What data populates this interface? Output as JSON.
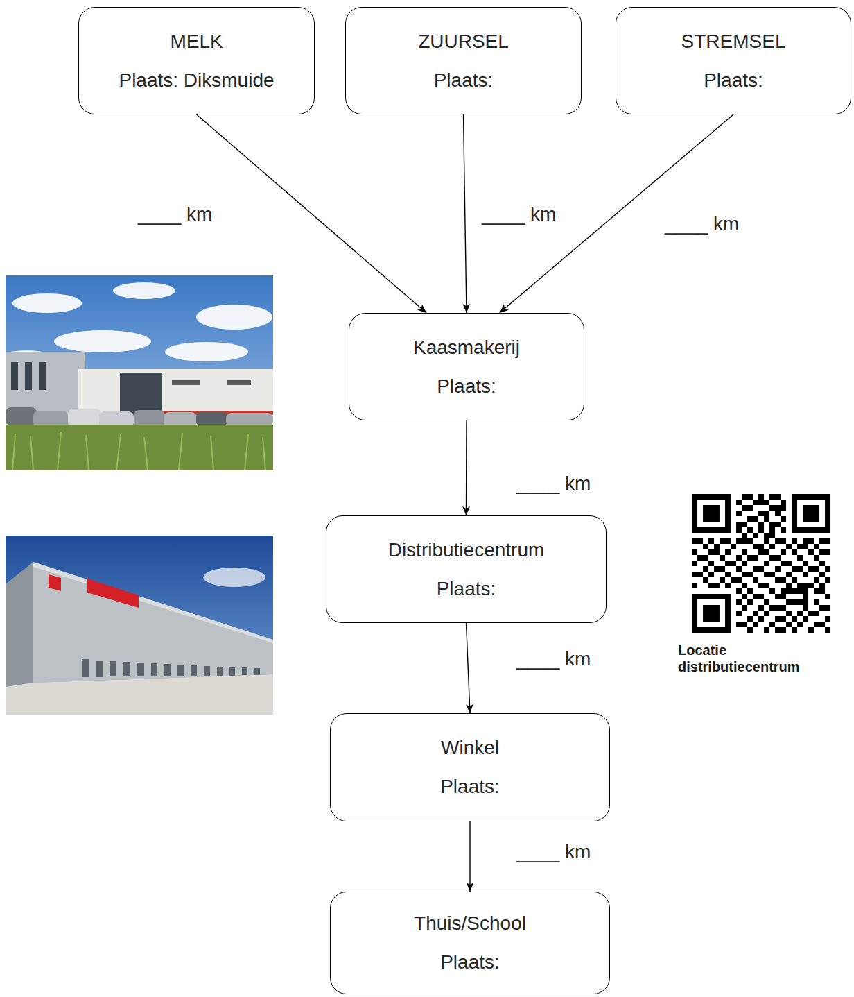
{
  "diagram": {
    "nodes": [
      {
        "text": [
          "MELK",
          "Plaats: Diksmuide"
        ]
      },
      {
        "text": [
          "ZUURSEL",
          "Plaats:"
        ]
      },
      {
        "text": [
          "STREMSEL",
          "Plaats:"
        ]
      },
      {
        "text": [
          "Kaasmakerij",
          "Plaats:"
        ]
      },
      {
        "text": [
          "Distributiecentrum",
          "Plaats:"
        ]
      },
      {
        "text": [
          "Winkel",
          "Plaats:"
        ]
      },
      {
        "text": [
          "Thuis/School",
          "Plaats:"
        ]
      }
    ],
    "edges": [
      {
        "from": 0,
        "to": 3,
        "arrow": "to",
        "label": "____ km"
      },
      {
        "from": 1,
        "to": 3,
        "arrow": "to",
        "label": "____ km"
      },
      {
        "from": 2,
        "to": 3,
        "arrow": "to",
        "label": "____ km"
      },
      {
        "from": 3,
        "to": 4,
        "arrow": "to",
        "label": "____ km"
      },
      {
        "from": 4,
        "to": 5,
        "arrow": "to",
        "label": "____ km"
      },
      {
        "from": 5,
        "to": 6,
        "arrow": "to",
        "label": "____ km"
      }
    ],
    "labels": [
      "Locatie distributiecentrum"
    ]
  }
}
